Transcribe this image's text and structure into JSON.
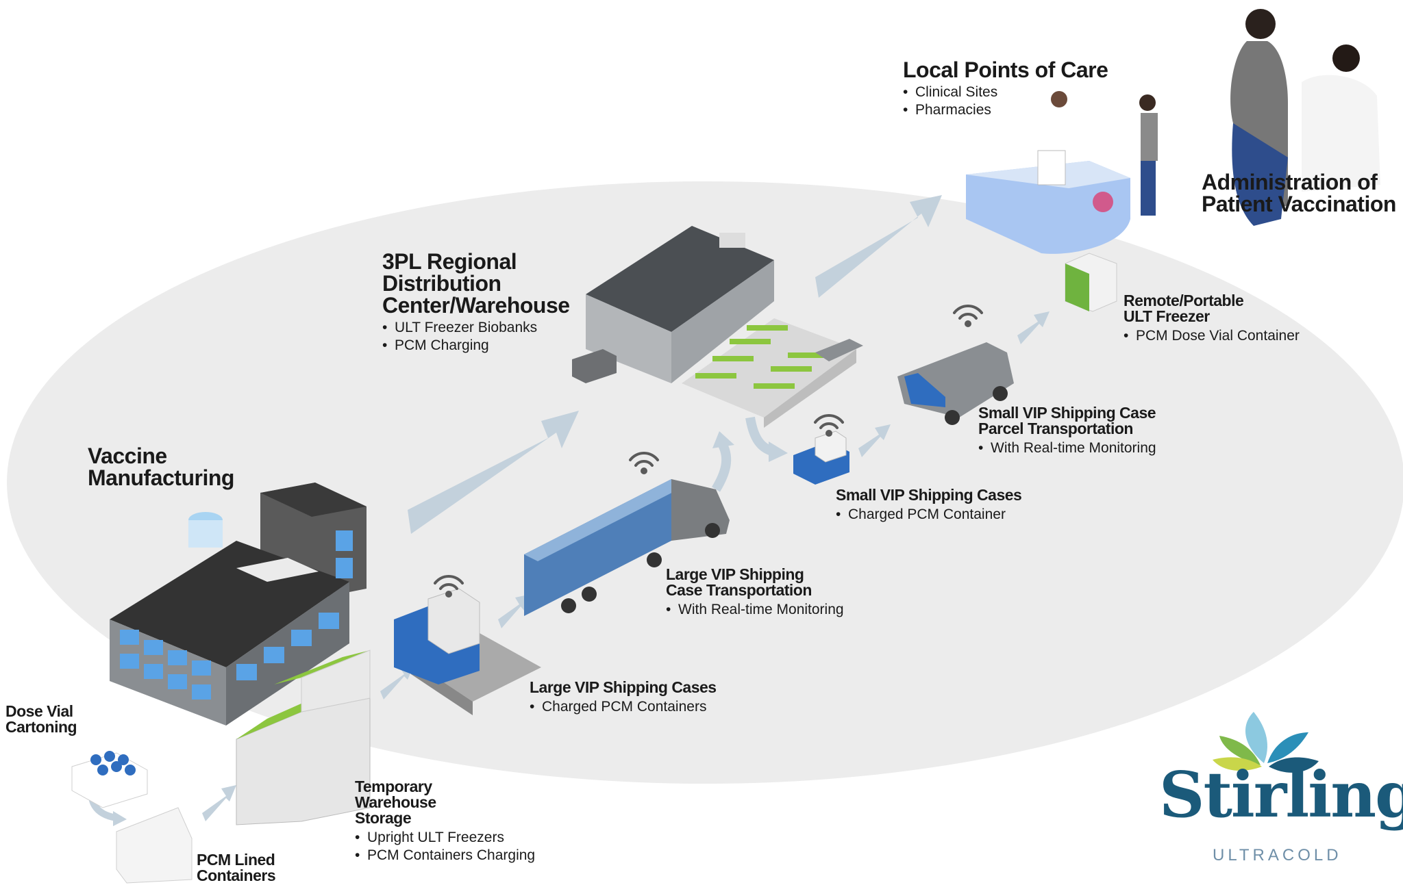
{
  "colors": {
    "ellipse": "#ececec",
    "arrow": "#c3d1dc",
    "blue": "#2f6dbf",
    "green": "#8cc63f",
    "brand": "#1b5a7a"
  },
  "labels": {
    "manufacturing": {
      "lines": [
        "Vaccine",
        "Manufacturing"
      ]
    },
    "dose_vial": {
      "lines": [
        "Dose Vial",
        "Cartoning"
      ]
    },
    "pcm_lined": {
      "lines": [
        "PCM Lined",
        "Containers"
      ]
    },
    "temp_storage": {
      "lines": [
        "Temporary",
        "Warehouse",
        "Storage"
      ],
      "bullets": [
        "Upright ULT Freezers",
        "PCM Containers Charging"
      ]
    },
    "large_cases": {
      "lines": [
        "Large VIP Shipping Cases"
      ],
      "bullets": [
        "Charged PCM Containers"
      ]
    },
    "large_transport": {
      "lines": [
        "Large VIP Shipping",
        "Case Transportation"
      ],
      "bullets": [
        "With Real-time Monitoring"
      ]
    },
    "distribution": {
      "lines": [
        "3PL Regional",
        "Distribution",
        "Center/Warehouse"
      ],
      "bullets": [
        "ULT Freezer Biobanks",
        "PCM Charging"
      ]
    },
    "small_cases": {
      "lines": [
        "Small VIP Shipping Cases"
      ],
      "bullets": [
        "Charged PCM Container"
      ]
    },
    "parcel": {
      "lines": [
        "Small VIP Shipping Case",
        "Parcel Transportation"
      ],
      "bullets": [
        "With Real-time Monitoring"
      ]
    },
    "portable": {
      "lines": [
        "Remote/Portable",
        "ULT Freezer"
      ],
      "bullets": [
        "PCM Dose Vial Container"
      ]
    },
    "points_of_care": {
      "lines": [
        "Local Points of Care"
      ],
      "bullets": [
        "Clinical Sites",
        "Pharmacies"
      ]
    },
    "administration": {
      "lines": [
        "Administration of",
        "Patient Vaccination"
      ]
    }
  },
  "logo": {
    "word": "Stirling",
    "sub": "ULTRACOLD"
  }
}
